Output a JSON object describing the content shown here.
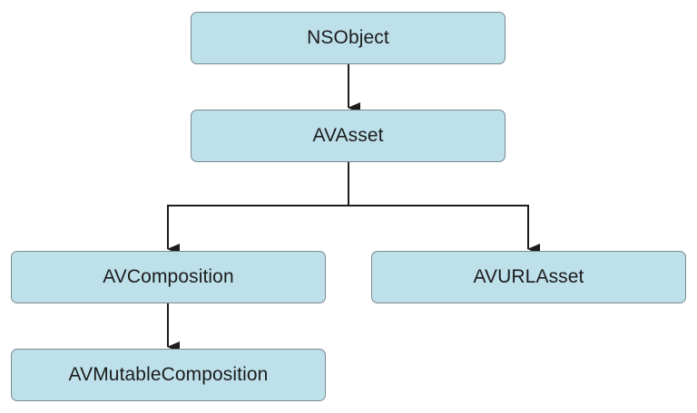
{
  "diagram": {
    "nodes": {
      "nsobject": "NSObject",
      "avasset": "AVAsset",
      "avcomposition": "AVComposition",
      "avurlasset": "AVURLAsset",
      "avmutablecomposition": "AVMutableComposition"
    },
    "edges": [
      {
        "from": "nsobject",
        "to": "avasset"
      },
      {
        "from": "avasset",
        "to": "avcomposition"
      },
      {
        "from": "avasset",
        "to": "avurlasset"
      },
      {
        "from": "avcomposition",
        "to": "avmutablecomposition"
      }
    ],
    "colors": {
      "node_fill": "#bde0ea",
      "node_border": "#7a8a8f",
      "connector": "#1c1c1c",
      "text": "#1c1c1c"
    }
  }
}
